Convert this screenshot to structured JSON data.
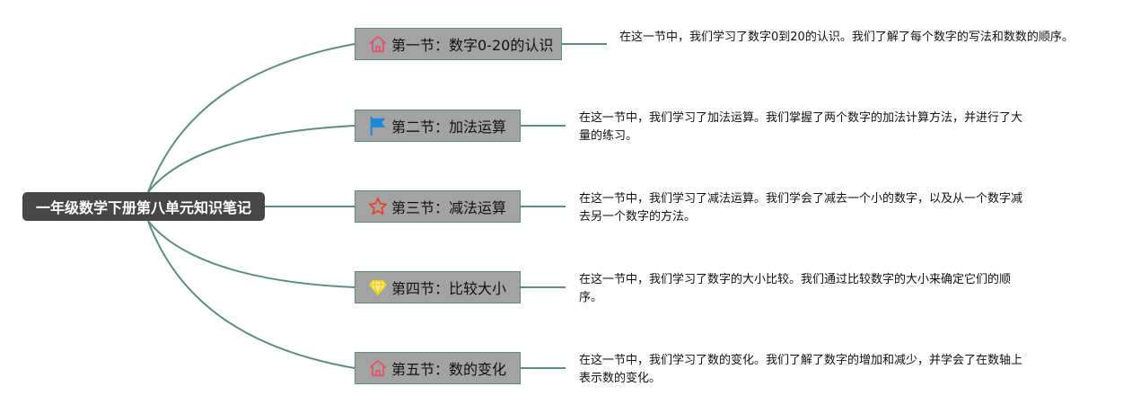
{
  "root": {
    "title": "一年级数学下册第八单元知识笔记"
  },
  "sections": [
    {
      "title": "第一节：数字0-20的认识",
      "icon": "home-icon",
      "note": "在这一节中，我们学习了数字0到20的认识。我们了解了每个数字的写法和数数的顺序。"
    },
    {
      "title": "第二节：加法运算",
      "icon": "flag-icon",
      "note": "在这一节中，我们学习了加法运算。我们掌握了两个数字的加法计算方法，并进行了大量的练习。"
    },
    {
      "title": "第三节：减法运算",
      "icon": "star-icon",
      "note": "在这一节中，我们学习了减法运算。我们学会了减去一个小的数字，以及从一个数字减去另一个数字的方法。"
    },
    {
      "title": "第四节：比较大小",
      "icon": "diamond-icon",
      "note": "在这一节中，我们学习了数字的大小比较。我们通过比较数字的大小来确定它们的顺序。"
    },
    {
      "title": "第五节：数的变化",
      "icon": "home-icon",
      "note": "在这一节中，我们学习了数的变化。我们了解了数字的增加和减少，并学会了在数轴上表示数的变化。"
    }
  ],
  "colors": {
    "connector": "#5c8f7a",
    "root_fill": "#474747",
    "node_fill": "#a3a3a3",
    "home_icon": "#e0566f",
    "flag_icon": "#1e88d6",
    "star_icon": "#e8412c",
    "diamond_icon": "#e8cf23"
  }
}
